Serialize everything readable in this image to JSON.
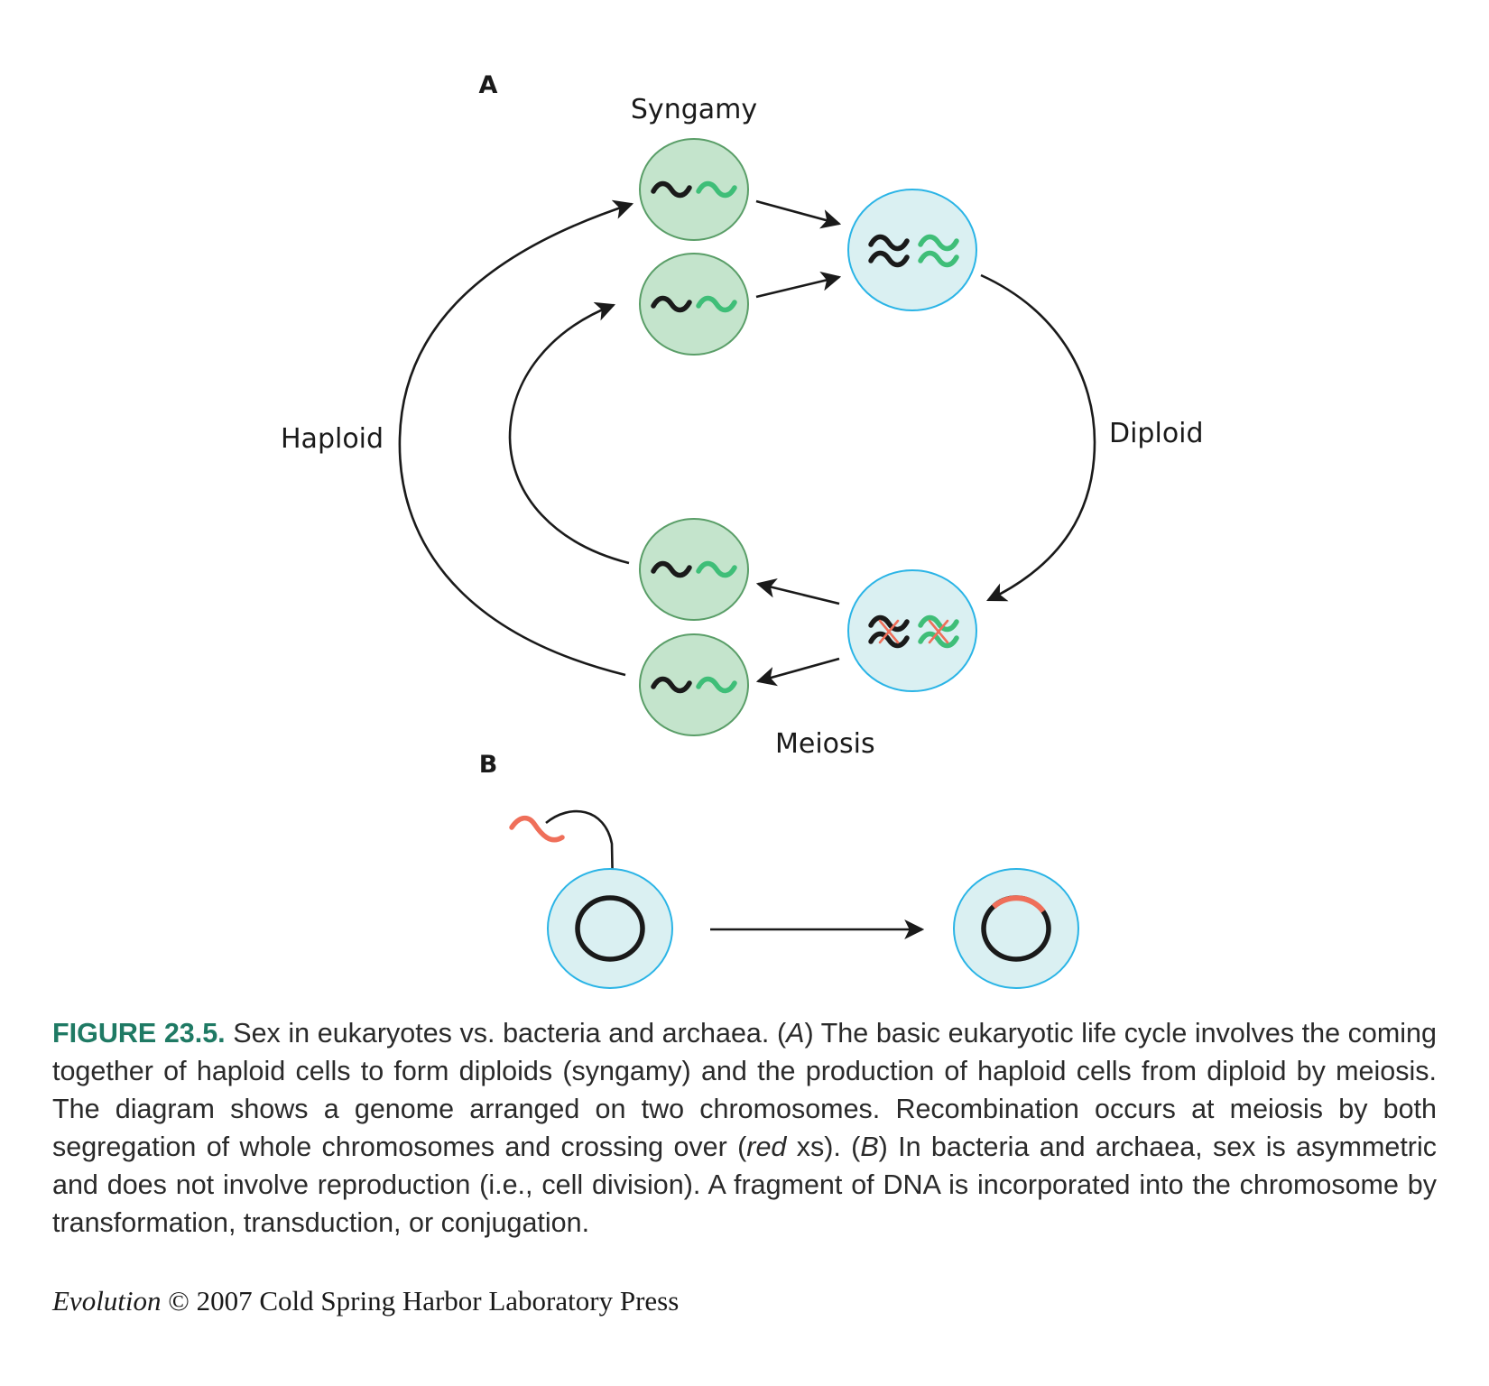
{
  "colors": {
    "haploid_fill": "#c4e4cc",
    "haploid_stroke": "#5a9e68",
    "diploid_fill": "#daf0f2",
    "diploid_stroke": "#2ab4e6",
    "chrom_black": "#1a1a1a",
    "chrom_green": "#3fbe78",
    "crossover_red": "#ef6f5a",
    "fig_label": "#1f7a64"
  },
  "panel_a": {
    "letter": "A",
    "labels": {
      "syngamy": "Syngamy",
      "haploid": "Haploid",
      "diploid": "Diploid",
      "meiosis": "Meiosis"
    }
  },
  "panel_b": {
    "letter": "B"
  },
  "caption": {
    "fig_label": "FIGURE 23.5.",
    "text1": " Sex in eukaryotes vs. bacteria and archaea. (",
    "a": "A",
    "text2": ") The basic eukaryotic life cycle involves the coming together of haploid cells to form diploids (syngamy) and the production of haploid cells from diploid by meiosis. The diagram shows a genome arranged on two chromosomes. Recombination occurs at meiosis by both segregation of whole chromosomes and crossing over (",
    "red": "red",
    "text3": " xs). (",
    "b": "B",
    "text4": ") In bacteria and archaea, sex is asymmetric and does not involve reproduction (i.e., cell division). A fragment of DNA is incorporated into the chromosome by transformation, transduction, or conjugation."
  },
  "credit": {
    "title": "Evolution",
    "rest": " © 2007 Cold Spring Harbor Laboratory Press"
  }
}
